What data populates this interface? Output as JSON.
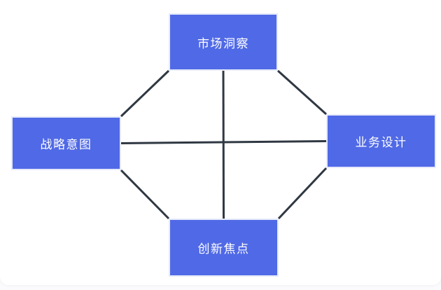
{
  "diagram": {
    "nodes": {
      "top": {
        "id": "top",
        "label": "市场洞察"
      },
      "left": {
        "id": "left",
        "label": "战略意图"
      },
      "right": {
        "id": "right",
        "label": "业务设计"
      },
      "bottom": {
        "id": "bottom",
        "label": "创新焦点"
      }
    },
    "edges": [
      {
        "from": "top",
        "from_anchor": "bottom",
        "to": "bottom",
        "to_anchor": "top"
      },
      {
        "from": "left",
        "from_anchor": "right",
        "to": "right",
        "to_anchor": "left"
      },
      {
        "from": "top",
        "from_anchor": "bottom-left",
        "to": "left",
        "to_anchor": "top-right"
      },
      {
        "from": "top",
        "from_anchor": "bottom-right",
        "to": "right",
        "to_anchor": "top-left"
      },
      {
        "from": "left",
        "from_anchor": "bottom-right",
        "to": "bottom",
        "to_anchor": "top-left"
      },
      {
        "from": "right",
        "from_anchor": "bottom-left",
        "to": "bottom",
        "to_anchor": "top-right"
      }
    ],
    "colors": {
      "node_fill": "#5069e6",
      "node_border": "#e6eafa",
      "node_text": "#ffffff",
      "edge": "#2f3842"
    },
    "edge_stroke_width": 3
  }
}
